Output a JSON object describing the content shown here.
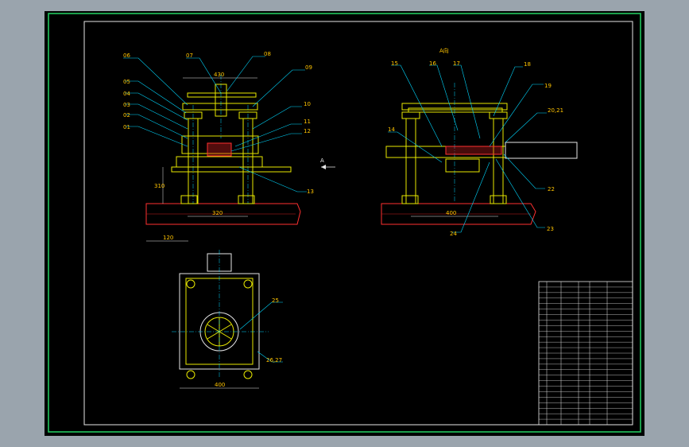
{
  "colors": {
    "background": "#9aa4ad",
    "sheet": "#000000",
    "border_green": "#22c55e",
    "frame_white": "#e6e6e6",
    "geometry_yellow": "#e8e800",
    "leader_cyan": "#00d8ff",
    "hatch_red": "#cc2020",
    "ground_red": "#ff3030",
    "label_gold": "#ffc400",
    "dim_green": "#00c000"
  },
  "front_view": {
    "part_labels": [
      "06",
      "05",
      "04",
      "03",
      "02",
      "01",
      "07",
      "08",
      "09",
      "10",
      "11",
      "12",
      "13"
    ],
    "dims": {
      "top_width": "430",
      "base_span": "320",
      "left_offset": "120",
      "height": "310"
    }
  },
  "section_marker": {
    "label": "A"
  },
  "side_view": {
    "view_title": "A向",
    "part_labels": [
      "15",
      "16",
      "17",
      "18",
      "19",
      "20,21",
      "14",
      "22",
      "23",
      "24"
    ],
    "dims": {
      "base_span": "400"
    }
  },
  "top_view": {
    "part_labels": [
      "25",
      "26,27"
    ],
    "dims": {
      "width": "400"
    }
  },
  "title_block": {
    "rows": 26
  }
}
